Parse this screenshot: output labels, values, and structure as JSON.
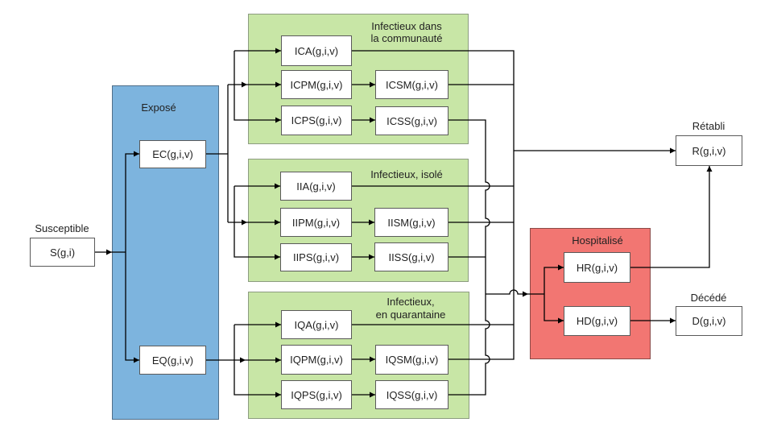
{
  "colors": {
    "exposed": "#7DB4DE",
    "infectious": "#C8E6A6",
    "hospitalized": "#F27672",
    "box": "#FFFFFF",
    "line": "#000000"
  },
  "susceptible": {
    "label": "Susceptible",
    "box": "S(g,i)"
  },
  "exposed": {
    "label": "Exposé",
    "ec": "EC(g,i,v)",
    "eq": "EQ(g,i,v)"
  },
  "community": {
    "label_line1": "Infectieux dans",
    "label_line2": "la communauté",
    "ica": "ICA(g,i,v)",
    "icpm": "ICPM(g,i,v)",
    "icps": "ICPS(g,i,v)",
    "icsm": "ICSM(g,i,v)",
    "icss": "ICSS(g,i,v)"
  },
  "isolated": {
    "label": "Infectieux, isolé",
    "iia": "IIA(g,i,v)",
    "iipm": "IIPM(g,i,v)",
    "iips": "IIPS(g,i,v)",
    "iism": "IISM(g,i,v)",
    "iiss": "IISS(g,i,v)"
  },
  "quarantine": {
    "label_line1": "Infectieux,",
    "label_line2": "en quarantaine",
    "iqa": "IQA(g,i,v)",
    "iqpm": "IQPM(g,i,v)",
    "iqps": "IQPS(g,i,v)",
    "iqsm": "IQSM(g,i,v)",
    "iqss": "IQSS(g,i,v)"
  },
  "hospitalized": {
    "label": "Hospitalisé",
    "hr": "HR(g,i,v)",
    "hd": "HD(g,i,v)"
  },
  "recovered": {
    "label": "Rétabli",
    "box": "R(g,i,v)"
  },
  "deceased": {
    "label": "Décédé",
    "box": "D(g,i,v)"
  }
}
